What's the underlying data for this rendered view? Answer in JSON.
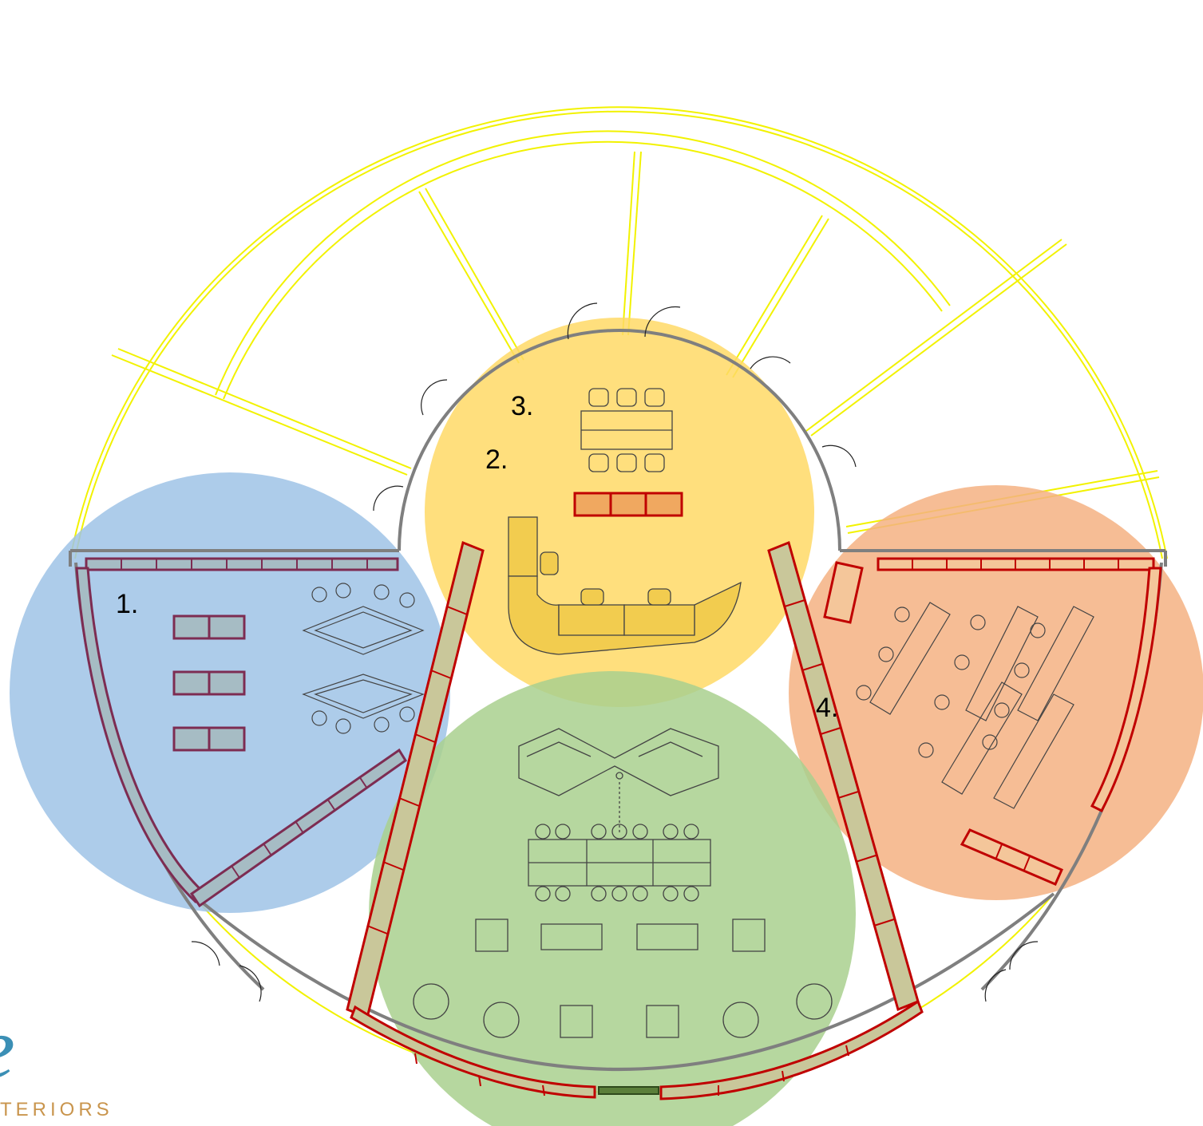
{
  "zones": [
    {
      "id": "1",
      "label": "1.",
      "color": "#9fc3e6"
    },
    {
      "id": "2",
      "label": "2.",
      "color": "#a9d08e"
    },
    {
      "id": "3",
      "label": "3.",
      "color": "#ffd966"
    },
    {
      "id": "4",
      "label": "4.",
      "color": "#f4b183"
    }
  ],
  "logo": {
    "text": "TERIORS",
    "mark": "e",
    "color": "#c9954d",
    "mark_color": "#3b8fb5"
  },
  "colors": {
    "outline": "#f2f200",
    "wall": "#7f7f7f",
    "linework": "#444444",
    "partition_zone1": "#7d2c52",
    "partition_red": "#c00000"
  }
}
